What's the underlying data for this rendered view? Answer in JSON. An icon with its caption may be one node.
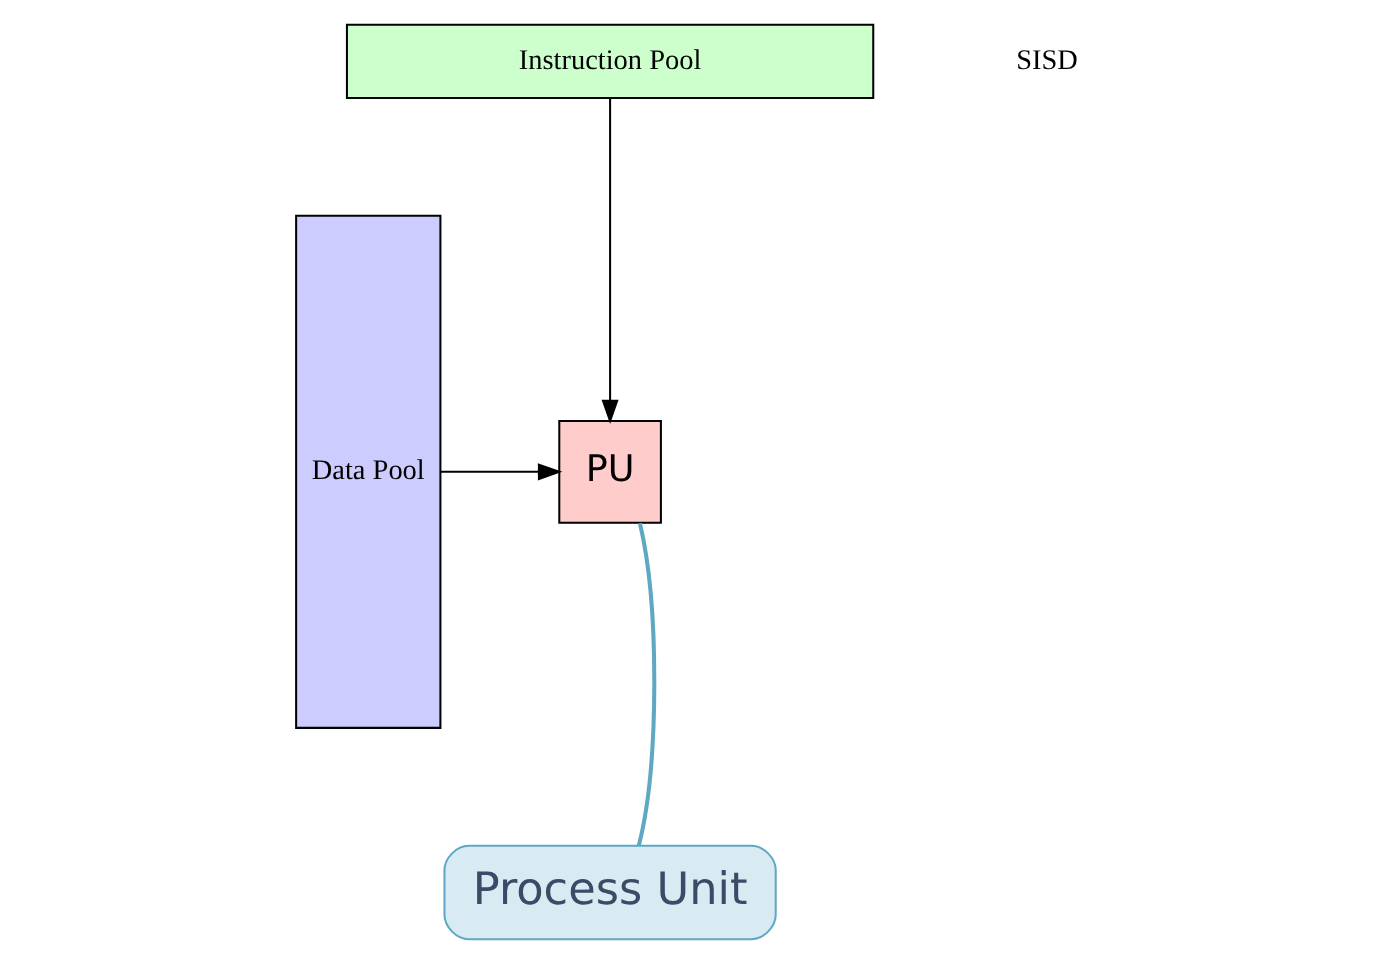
{
  "diagram": {
    "nodes": [
      {
        "text": [
          "Instruction Pool"
        ]
      },
      {
        "text": [
          "Data Pool"
        ]
      },
      {
        "text": [
          "PU"
        ]
      },
      {
        "text": [
          "Process Unit"
        ]
      }
    ],
    "edges": [
      {
        "from": 0,
        "to": 2,
        "arrow": "to"
      },
      {
        "from": 1,
        "to": 2,
        "arrow": "to"
      },
      {
        "from": 3,
        "to": 2,
        "arrow": "none",
        "color": "#5fa8c4"
      }
    ],
    "labels": [
      "SISD"
    ]
  }
}
